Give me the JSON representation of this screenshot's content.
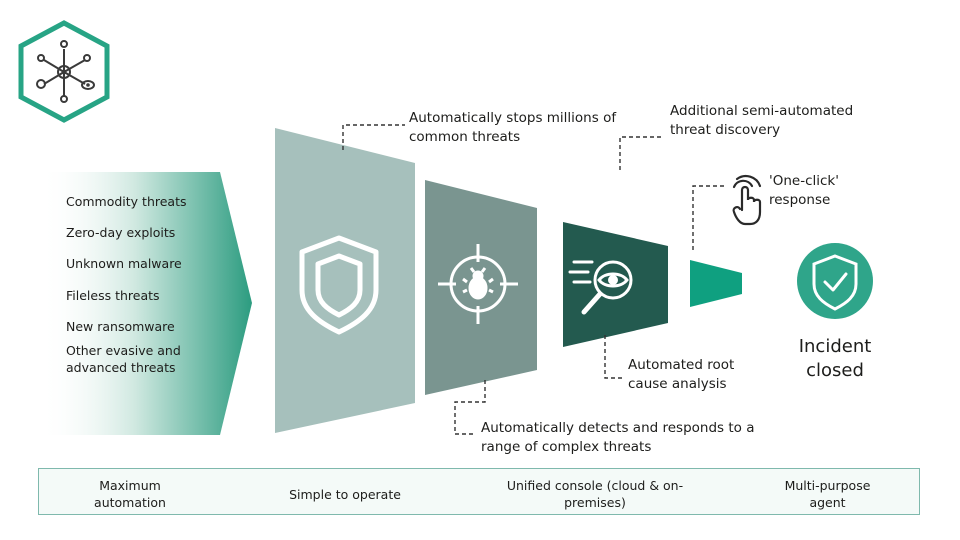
{
  "threats": [
    "Commodity threats",
    "Zero-day exploits",
    "Unknown malware",
    "Fileless threats",
    "New ransomware",
    "Other evasive and advanced threats"
  ],
  "callouts": {
    "stops_common": "Automatically stops millions of common threats",
    "semi_automated": "Additional semi-automated threat discovery",
    "one_click": "'One-click' response",
    "root_cause": "Automated root cause analysis",
    "detects_responds": "Automatically detects and responds to a range of complex threats"
  },
  "incident": "Incident closed",
  "features": [
    "Maximum automation",
    "Simple to operate",
    "Unified console (cloud & on-premises)",
    "Multi-purpose agent"
  ],
  "icons": [
    "hexagon-network-logo-icon",
    "shield-icon",
    "bug-target-icon",
    "eye-magnifier-icon",
    "touch-click-icon",
    "shield-check-icon"
  ],
  "colors": {
    "logo": "#27a485",
    "panel1": "#a6c0bc",
    "panel2": "#7a9590",
    "panel3": "#235a4f",
    "panel4": "#0fa080",
    "accent": "#2fa58a"
  }
}
